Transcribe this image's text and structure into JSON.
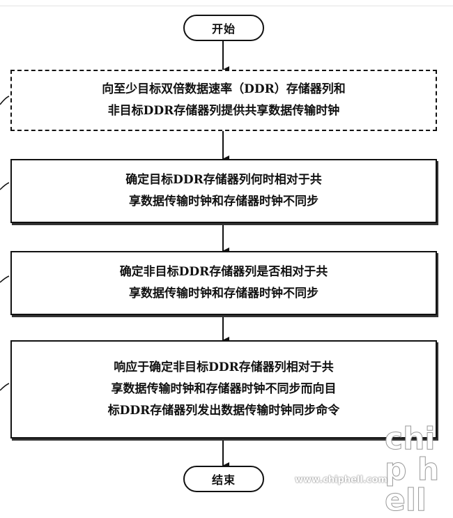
{
  "start": {
    "label": "开始"
  },
  "end": {
    "label": "结束"
  },
  "steps": [
    {
      "lines": [
        "向至少目标双倍数据速率（DDR）存储器列和",
        "非目标DDR存储器列提供共享数据传输时钟"
      ],
      "style": "dashed"
    },
    {
      "lines": [
        "确定目标DDR存储器列何时相对于共",
        "享数据传输时钟和存储器时钟不同步"
      ],
      "style": "solid"
    },
    {
      "lines": [
        "确定非目标DDR存储器列是否相对于共",
        "享数据传输时钟和存储器时钟不同步"
      ],
      "style": "solid"
    },
    {
      "lines": [
        "响应于确定非目标DDR存储器列相对于共",
        "享数据传输时钟和存储器时钟不同步而向目",
        "标DDR存储器列发出数据传输时钟同步命令"
      ],
      "style": "solid"
    }
  ],
  "watermark": {
    "text": "www.chiphell.com",
    "logo": "chip hell"
  }
}
